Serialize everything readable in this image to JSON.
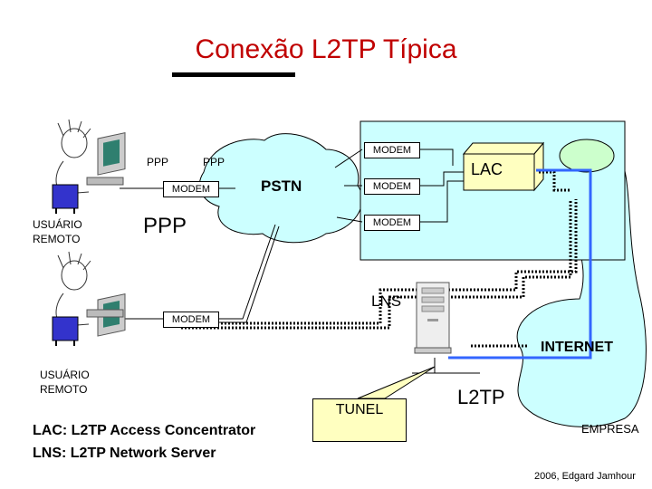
{
  "title": "Conexão L2TP Típica",
  "users": [
    {
      "label_line1": "USUÁRIO",
      "label_line2": "REMOTO"
    },
    {
      "label_line1": "USUÁRIO",
      "label_line2": "REMOTO"
    }
  ],
  "ppp_small_1": "PPP",
  "ppp_small_2": "PPP",
  "ppp_big": "PPP",
  "pstn": "PSTN",
  "modems": {
    "user1": "MODEM",
    "user2": "MODEM",
    "rack_top": "MODEM",
    "rack_mid": "MODEM",
    "rack_bottom": "MODEM"
  },
  "lac": "LAC",
  "lns": "LNS",
  "internet": "INTERNET",
  "l2tp": "L2TP",
  "tunel": "TUNEL",
  "empresa": "EMPRESA",
  "legend": {
    "lac": "LAC: L2TP Access Concentrator",
    "lns": "LNS: L2TP Network Server"
  },
  "credit": "2006, Edgard Jamhour",
  "colors": {
    "title": "#c00000",
    "cloud": "#ccffff",
    "rack": "#ccffff",
    "lac_box": "#ffffc0",
    "tunnel_path": "#3366ff",
    "tunel_callout": "#ffffc0"
  }
}
